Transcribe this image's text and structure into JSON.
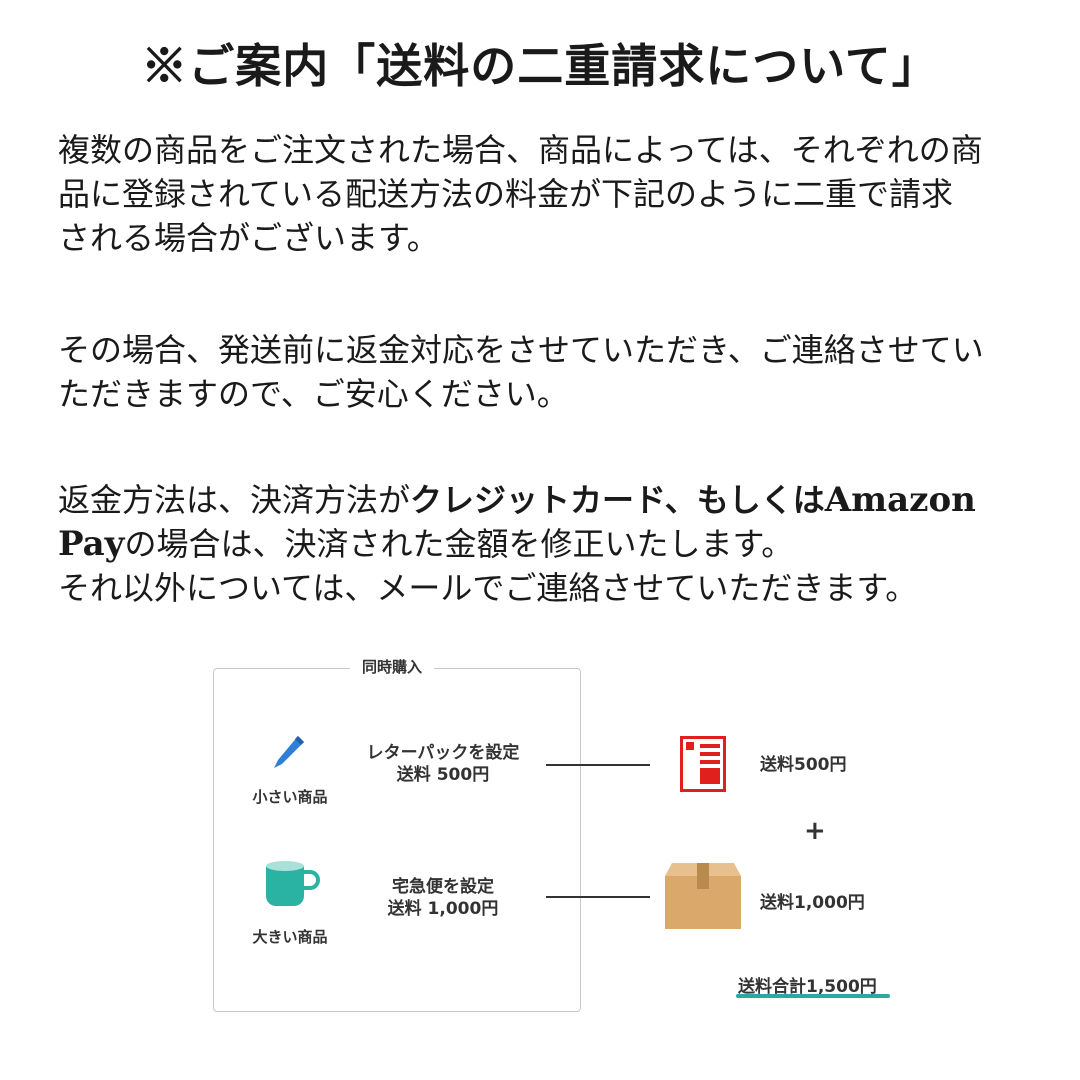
{
  "title": "※ご案内「送料の二重請求について」",
  "paragraph1": {
    "lines": [
      "複数の商品をご注文された場合、商品によっては、それぞれの商",
      "品に登録されている配送方法の料金が下記のように二重で請求",
      "される場合がございます。"
    ]
  },
  "paragraph2": {
    "lines": [
      "その場合、発送前に返金対応をさせていただき、ご連絡させてい",
      "ただきますので、ご安心ください。"
    ]
  },
  "paragraph3": {
    "line1_prefix": "返金方法は、決済方法が",
    "line1_bold": "クレジットカード、もしくは",
    "line1_bold_en": "Amazon",
    "line2_bold_en": "Pay",
    "line2_rest": "の場合は、決済された金額を修正いたします。",
    "line3": "それ以外については、メールでご連絡させていただきます。"
  },
  "diagram": {
    "frame_label": "同時購入",
    "item_small": {
      "label": "小さい商品",
      "method_line1": "レターパックを設定",
      "method_line2": "送料 500円",
      "result": "送料500円",
      "icon": "pen-icon"
    },
    "plus": "+",
    "item_large": {
      "label": "大きい商品",
      "method_line1": "宅急便を設定",
      "method_line2": "送料 1,000円",
      "result": "送料1,000円",
      "icon": "mug-icon"
    },
    "total": "送料合計1,500円",
    "colors": {
      "pen": "#2f7fd6",
      "mug": "#2ab3a3",
      "letterpack": "#e0201c",
      "box": "#d9a86a",
      "underline": "#2aa9a0"
    }
  }
}
